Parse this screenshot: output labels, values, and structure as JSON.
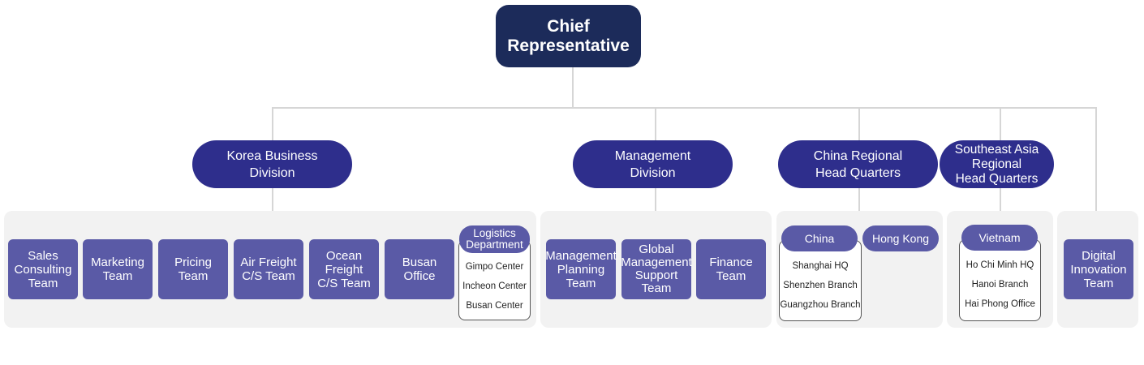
{
  "chief": {
    "label": "Chief\nRepresentative"
  },
  "divisions": {
    "korea": "Korea Business\nDivision",
    "management": "Management\nDivision",
    "china": "China Regional\nHead Quarters",
    "sea": "Southeast Asia\nRegional\nHead Quarters"
  },
  "teams": {
    "sales": "Sales\nConsulting\nTeam",
    "marketing": "Marketing\nTeam",
    "pricing": "Pricing\nTeam",
    "air": "Air Freight\nC/S Team",
    "ocean": "Ocean\nFreight\nC/S Team",
    "busan": "Busan\nOffice",
    "mgmt_planning": "Management\nPlanning\nTeam",
    "global_support": "Global\nManagement\nSupport\nTeam",
    "finance": "Finance\nTeam",
    "digital": "Digital\nInnovation\nTeam"
  },
  "logistics": {
    "label": "Logistics\nDepartment",
    "items": [
      "Gimpo Center",
      "Incheon Center",
      "Busan Center"
    ]
  },
  "china": {
    "label": "China",
    "items": [
      "Shanghai HQ",
      "Shenzhen Branch",
      "Guangzhou Branch"
    ]
  },
  "hongkong": {
    "label": "Hong Kong"
  },
  "vietnam": {
    "label": "Vietnam",
    "items": [
      "Ho Chi Minh HQ",
      "Hanoi Branch",
      "Hai Phong Office"
    ]
  }
}
